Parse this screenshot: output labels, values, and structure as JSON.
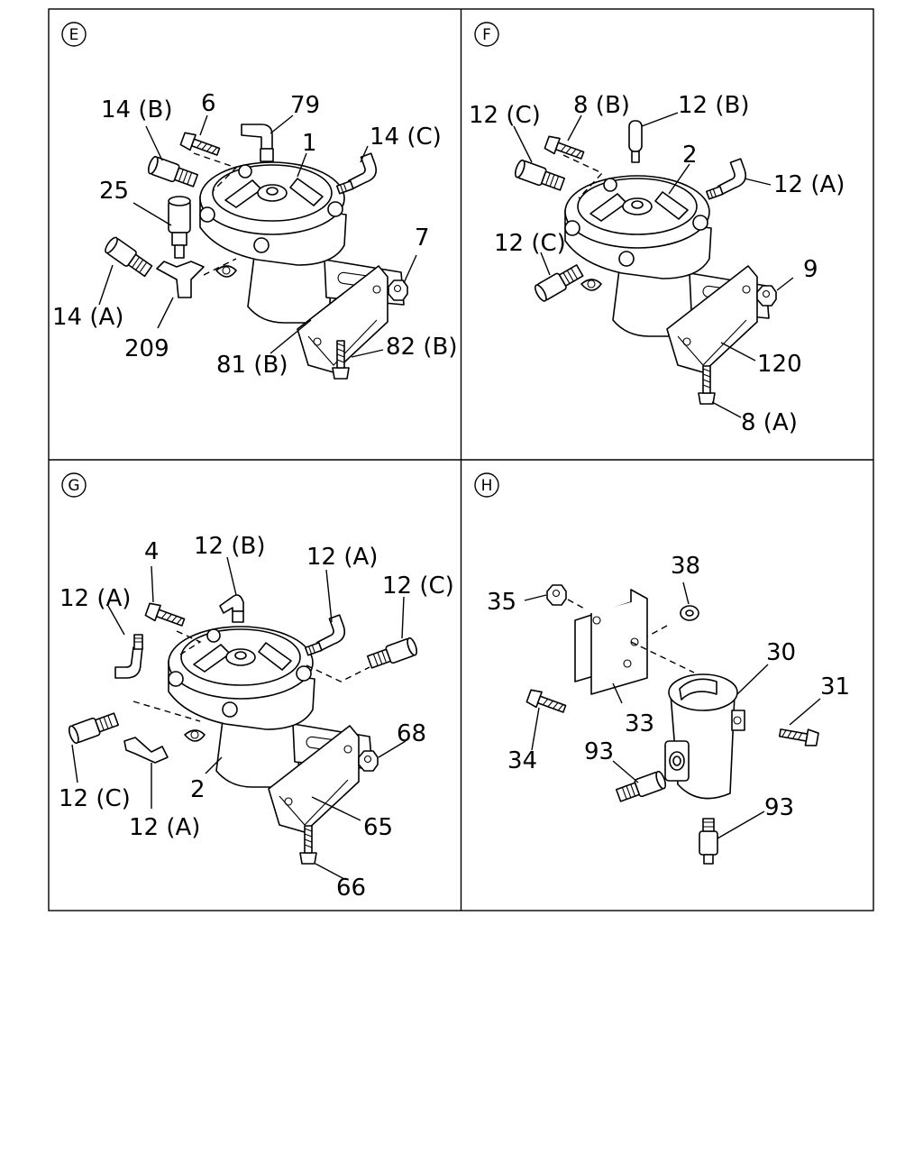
{
  "panels": {
    "e": {
      "tag": "E",
      "labels": {
        "l14b": "14 (B)",
        "l6": "6",
        "l79": "79",
        "l1": "1",
        "l14c": "14 (C)",
        "l25": "25",
        "l7": "7",
        "l14a": "14 (A)",
        "l209": "209",
        "l81b": "81 (B)",
        "l82b": "82 (B)"
      }
    },
    "f": {
      "tag": "F",
      "labels": {
        "l12c1": "12 (C)",
        "l8b": "8 (B)",
        "l12b": "12 (B)",
        "l2": "2",
        "l12a": "12 (A)",
        "l12c2": "12 (C)",
        "l9": "9",
        "l120": "120",
        "l8a": "8 (A)"
      }
    },
    "g": {
      "tag": "G",
      "labels": {
        "l4": "4",
        "l12b": "12 (B)",
        "l12a1": "12 (A)",
        "l12a2": "12 (A)",
        "l12c1": "12 (C)",
        "l68": "68",
        "l12c2": "12 (C)",
        "l2": "2",
        "l12a3": "12 (A)",
        "l65": "65",
        "l66": "66"
      }
    },
    "h": {
      "tag": "H",
      "labels": {
        "l38": "38",
        "l35": "35",
        "l30": "30",
        "l31": "31",
        "l34": "34",
        "l33": "33",
        "l93a": "93",
        "l93b": "93"
      }
    }
  }
}
